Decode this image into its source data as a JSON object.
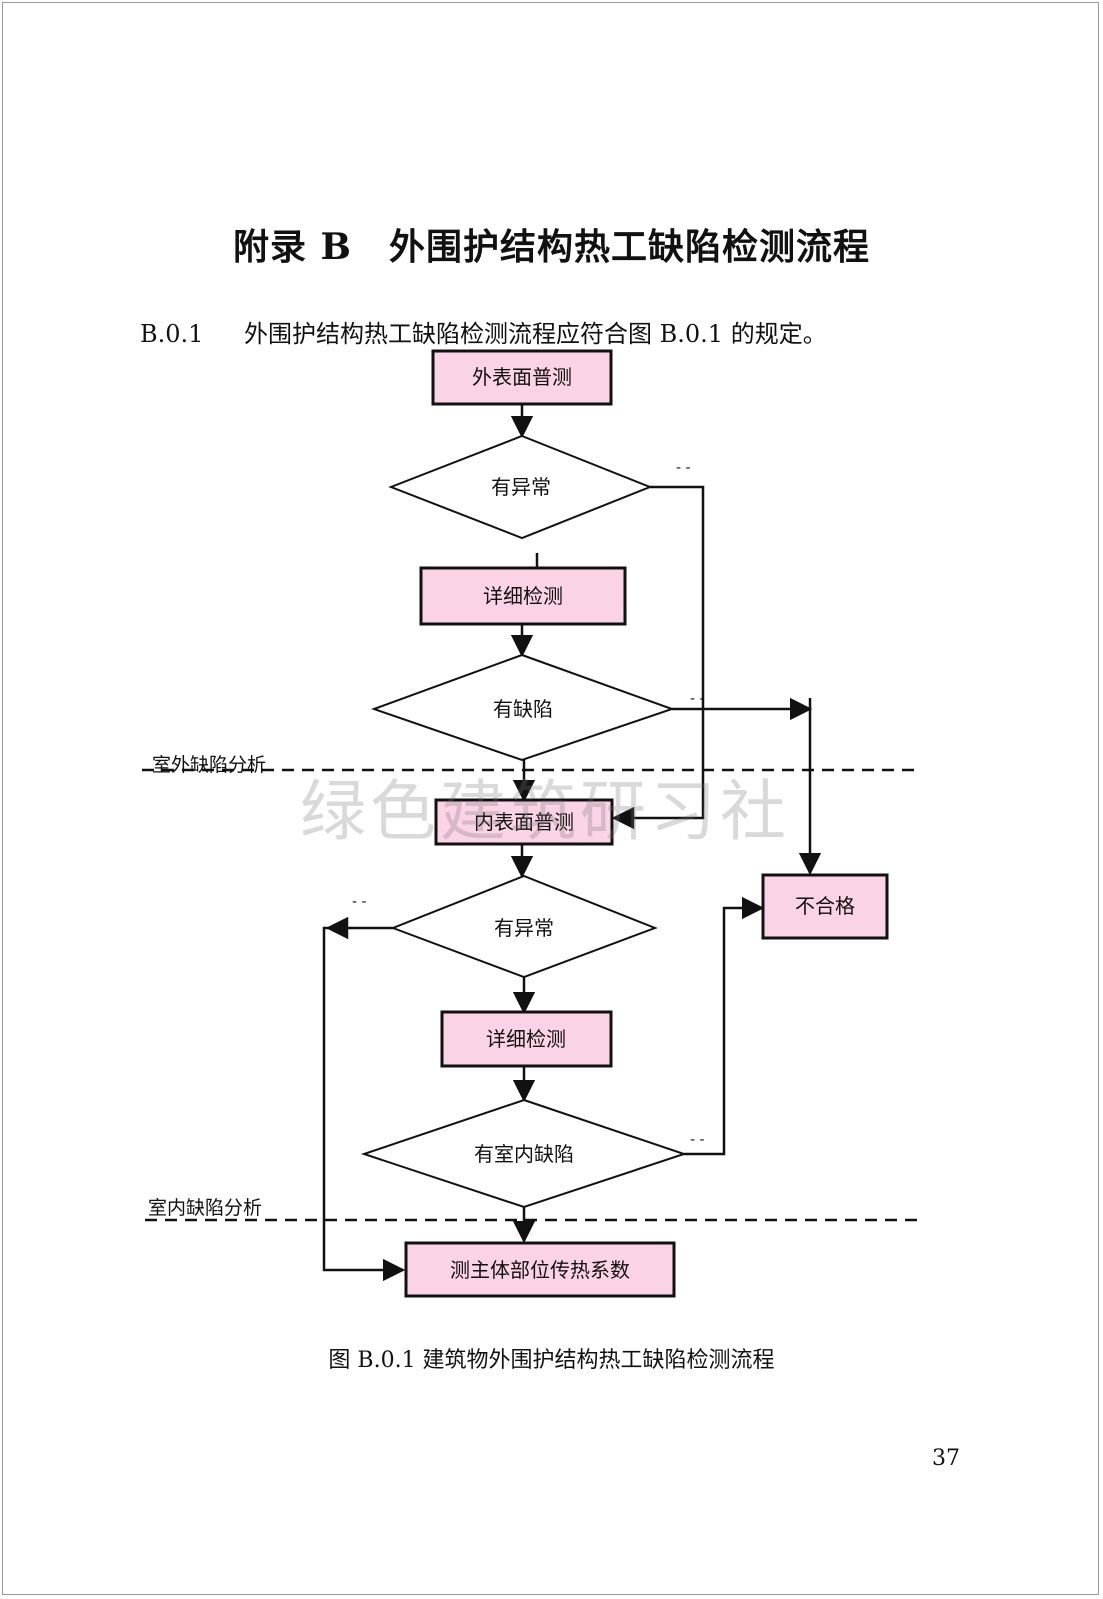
{
  "heading": {
    "title": "附录 B　外围护结构热工缺陷检测流程",
    "clause_number": "B.0.1",
    "clause_text": "外围护结构热工缺陷检测流程应符合图 B.0.1 的规定。"
  },
  "diagram": {
    "nodes": {
      "n1": "外表面普测",
      "d1": "有异常",
      "n2": "详细检测",
      "d2": "有缺陷",
      "n3": "内表面普测",
      "d3": "有异常",
      "n4": "不合格",
      "n5": "详细检测",
      "d4": "有室内缺陷",
      "n6": "测主体部位传热系数"
    },
    "edge_labels": {
      "d1_no": "- -",
      "d2_no": "- -",
      "d3_no": "- -",
      "d4_yes": "- -"
    },
    "regions": {
      "outdoor": "室外缺陷分析",
      "indoor": "室内缺陷分析"
    },
    "colors": {
      "node_fill": "#fbd3e6",
      "stroke": "#111111"
    }
  },
  "caption": "图 B.0.1  建筑物外围护结构热工缺陷检测流程",
  "page_number": "37",
  "watermark": "绿色建筑研习社"
}
